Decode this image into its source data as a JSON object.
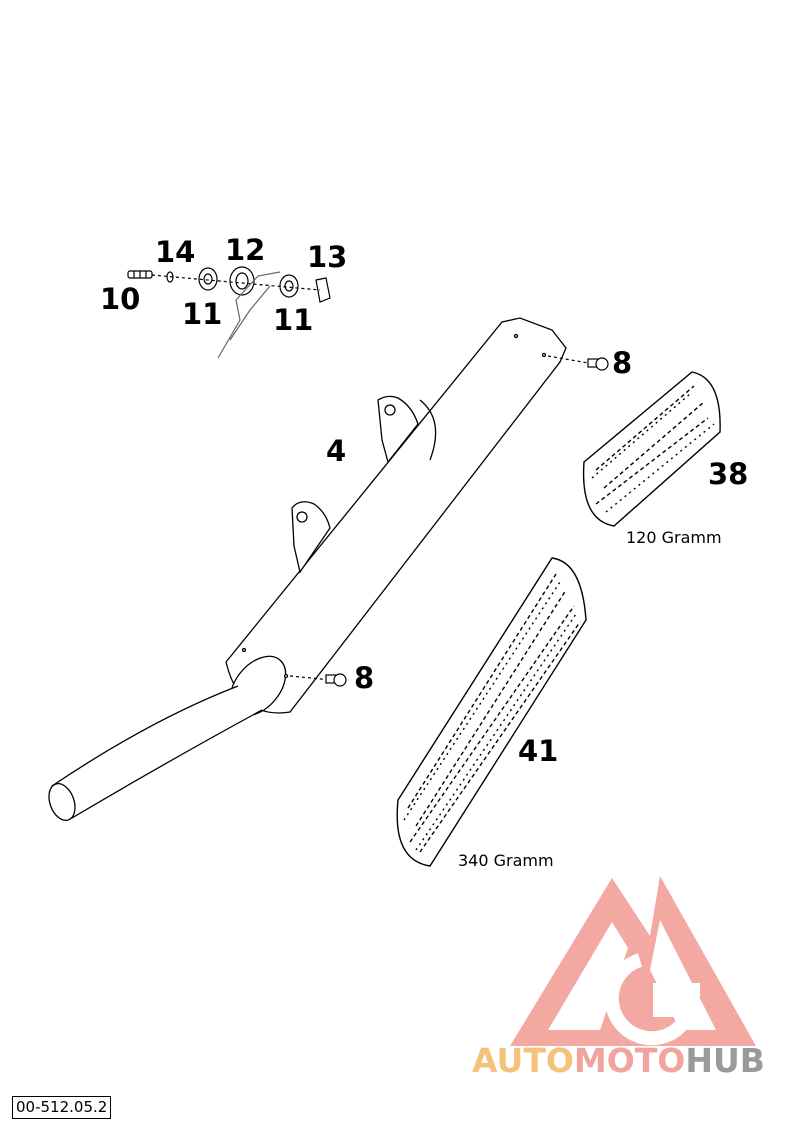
{
  "callouts": {
    "c10": "10",
    "c14": "14",
    "c12": "12",
    "c13": "13",
    "c11a": "11",
    "c11b": "11",
    "c8a": "8",
    "c8b": "8",
    "c4": "4",
    "c38": "38",
    "c41": "41"
  },
  "weights": {
    "w38": "120 Gramm",
    "w41": "340 Gramm"
  },
  "drawing_code": "00-512.05.2",
  "watermark": {
    "part1": "AUTO",
    "part2": "MOTO",
    "part3": "HUB",
    "colors": {
      "part1": "#f5c27a",
      "part2": "#f2a39e",
      "part3": "#9a9a9a",
      "logo": "#f19a92"
    }
  }
}
